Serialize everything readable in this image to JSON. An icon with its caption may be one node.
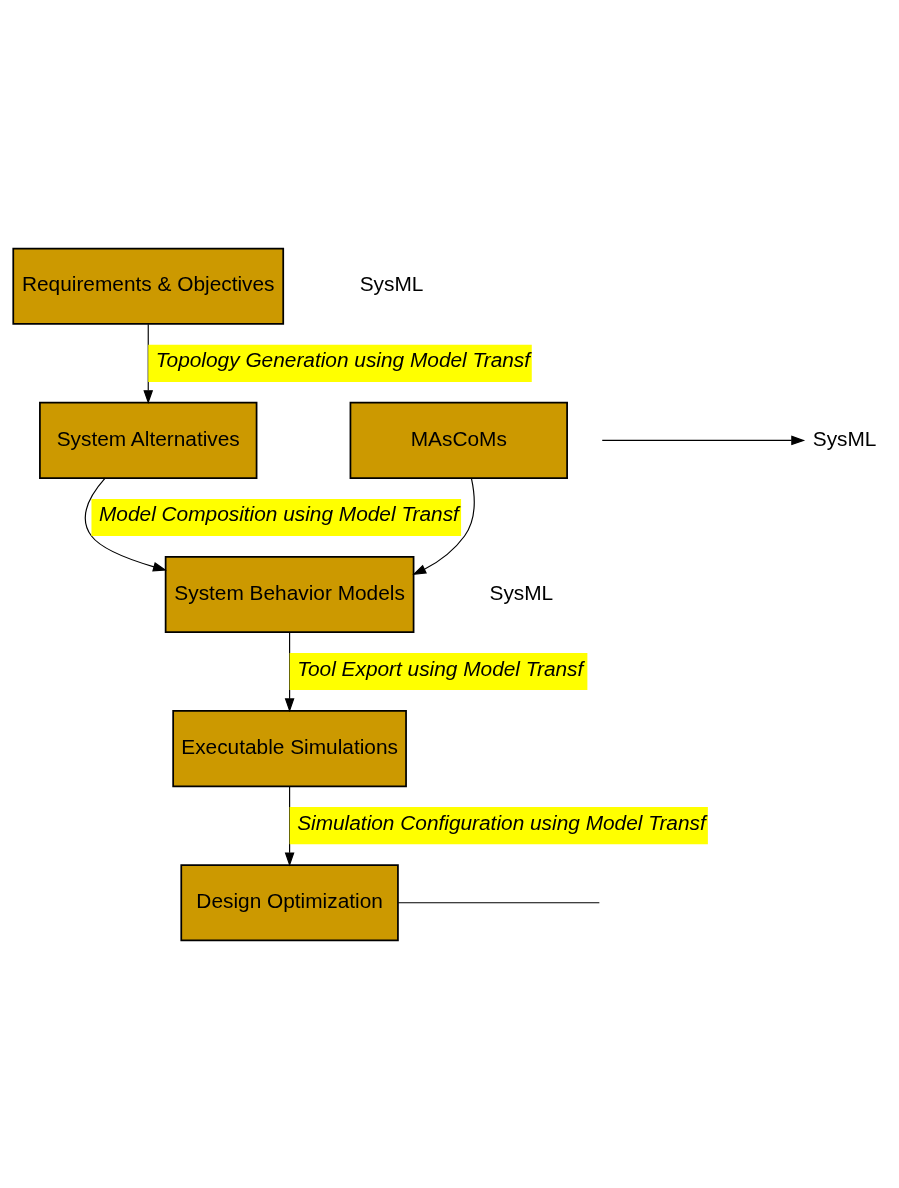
{
  "diagram": {
    "nodes": [
      {
        "text": [
          "Requirements & Objectives"
        ],
        "beside": [
          "SysML"
        ]
      },
      {
        "text": [
          "System Alternatives"
        ]
      },
      {
        "text": [
          "MAsCoMs"
        ]
      },
      {
        "text": [
          "SysML"
        ]
      },
      {
        "text": [
          "System Behavior Models"
        ],
        "beside": [
          "SysML"
        ]
      },
      {
        "text": [
          "Executable Simulations"
        ]
      },
      {
        "text": [
          "Design Optimization"
        ]
      }
    ],
    "edges": [
      {
        "from": 0,
        "to": 1,
        "arrow": "to",
        "label": "Topology Generation using Model Transf"
      },
      {
        "from": 1,
        "to": 4,
        "arrow": "to",
        "label": "Model Composition using Model Transf"
      },
      {
        "from": 2,
        "to": 4,
        "arrow": "to"
      },
      {
        "from": null,
        "to": 3,
        "arrow": "to"
      },
      {
        "from": 4,
        "to": 5,
        "arrow": "to",
        "label": "Tool Export using Model Transf"
      },
      {
        "from": 5,
        "to": 6,
        "arrow": "to",
        "label": "Simulation Configuration using Model Transf"
      },
      {
        "from": 6,
        "to": null,
        "arrow": "none"
      }
    ]
  }
}
